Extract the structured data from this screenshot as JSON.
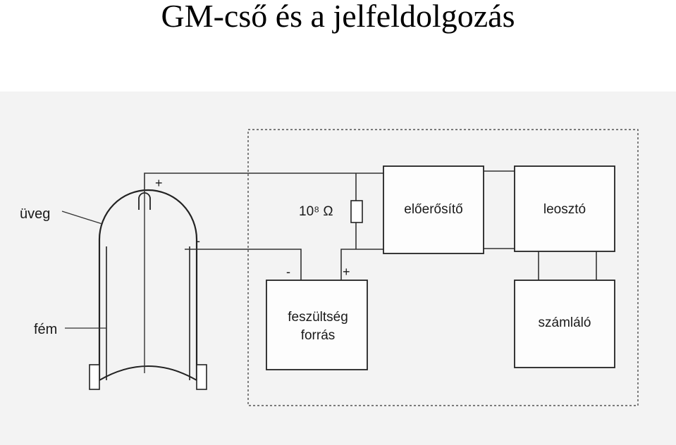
{
  "title": "GM-cső és a jelfeldolgozás",
  "labels": {
    "glass": "üveg",
    "metal": "fém",
    "plus_tube": "+",
    "minus_tube": "-",
    "resistor": "10⁸ Ω",
    "preamp": "előerősítő",
    "divider": "leosztó",
    "power_line1": "feszültség",
    "power_line2": "forrás",
    "counter": "számláló",
    "minus_supply": "-",
    "plus_supply": "+"
  },
  "colors": {
    "background": "#f4f4f4",
    "line": "#222222"
  }
}
